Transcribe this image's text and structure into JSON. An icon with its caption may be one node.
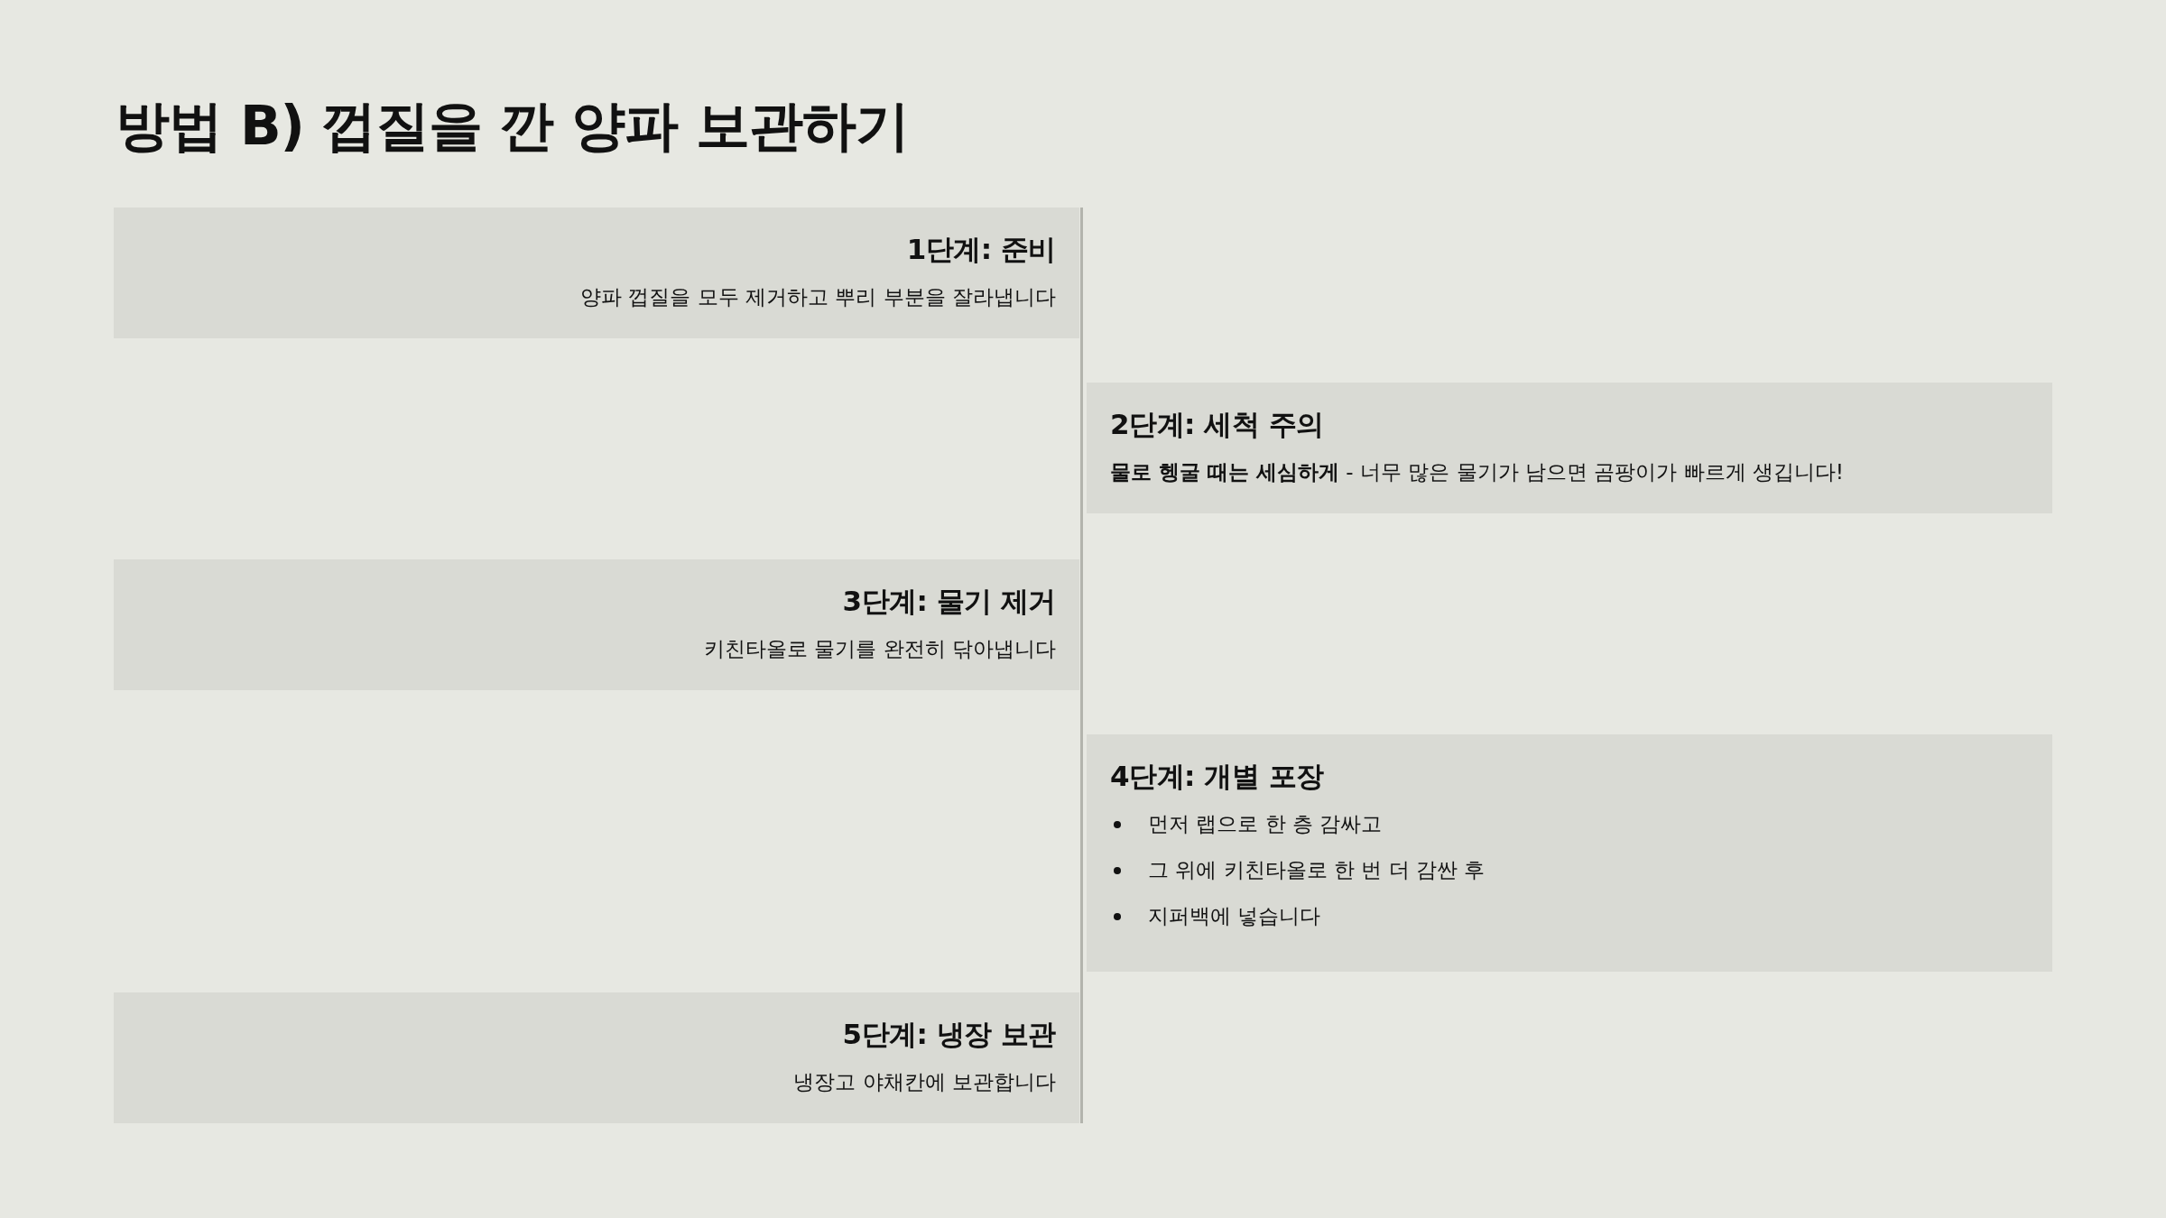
{
  "diagram": {
    "title": "방법 B) 껍질을 깐 양파 보관하기",
    "nodes": [
      {
        "text": [
          "1단계: 준비",
          "양파 껍질을 모두 제거하고 뿌리 부분을 잘라냅니다"
        ]
      },
      {
        "text": [
          "2단계: 세척 주의",
          "**물로 헹굴 때는 세심하게** - 너무 많은 물기가 남으면 곰팡이가 빠르게 생깁니다!"
        ]
      },
      {
        "text": [
          "3단계: 물기 제거",
          "키친타올로 물기를 완전히 닦아냅니다"
        ]
      },
      {
        "text": [
          "4단계: 개별 포장",
          "먼저 랩으로 한 층 감싸고",
          "그 위에 키친타올로 한 번 더 감싼 후",
          "지퍼백에 넣습니다"
        ]
      },
      {
        "text": [
          "5단계: 냉장 보관",
          "냉장고 야채칸에 보관합니다"
        ]
      }
    ],
    "edges": []
  }
}
